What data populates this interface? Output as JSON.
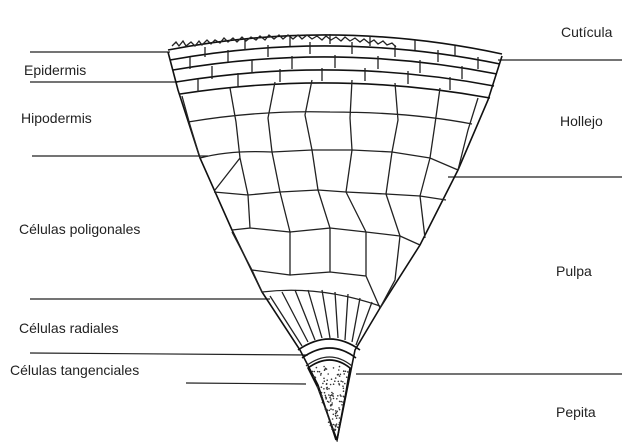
{
  "labels": {
    "cuticula": "Cutícula",
    "epidermis": "Epidermis",
    "hipodermis": "Hipodermis",
    "hollejo": "Hollejo",
    "celulas_poligonales": "Células poligonales",
    "pulpa": "Pulpa",
    "celulas_radiales": "Células radiales",
    "celulas_tangenciales": "Células tangenciales",
    "pepita": "Pepita"
  }
}
